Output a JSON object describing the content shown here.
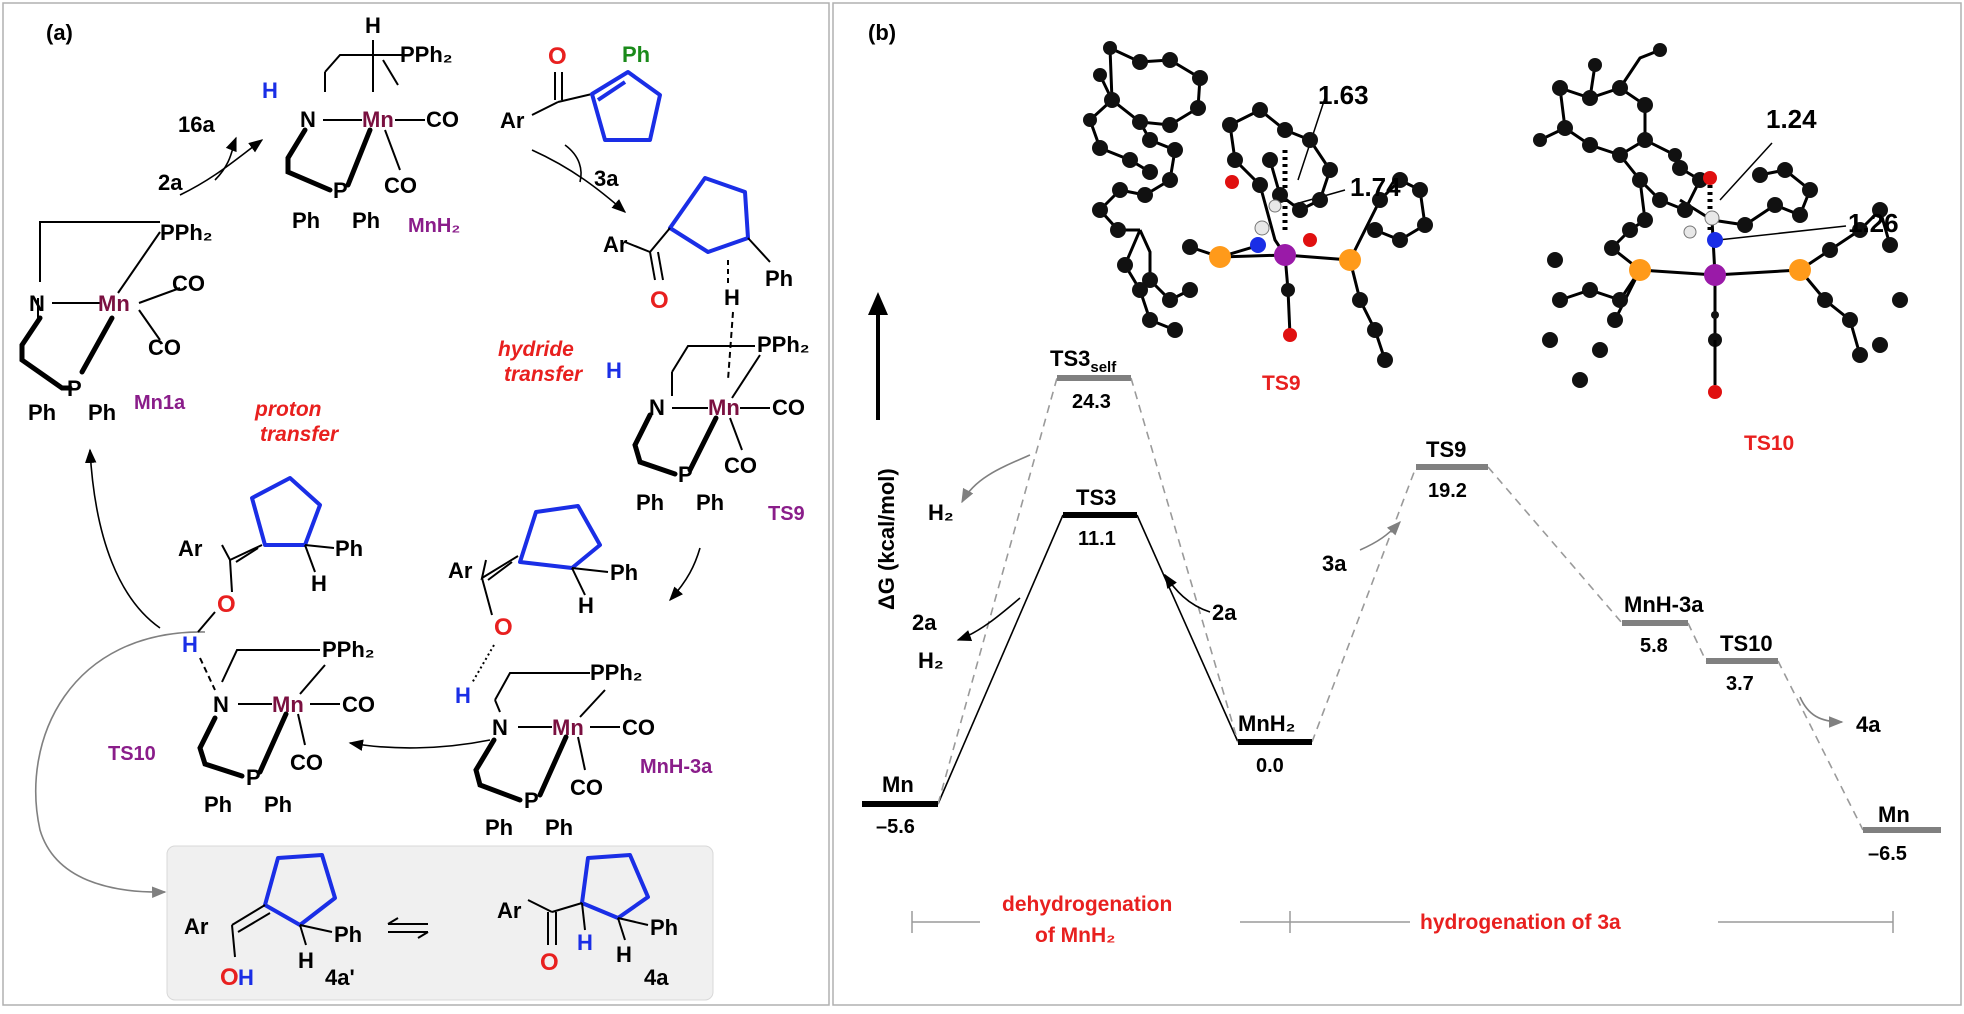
{
  "panel_a": {
    "label": "(a)",
    "mn1a": {
      "pph2": "PPh₂",
      "n": "N",
      "mn": "Mn",
      "co1": "CO",
      "co2": "CO",
      "p": "P",
      "ph1": "Ph",
      "ph2": "Ph",
      "name": "Mn1a"
    },
    "mnh2": {
      "h_top": "H",
      "pph2": "PPh₂",
      "h_n": "H",
      "n": "N",
      "mn": "Mn",
      "co1": "CO",
      "co2": "CO",
      "p": "P",
      "ph1": "Ph",
      "ph2": "Ph",
      "name": "MnH₂"
    },
    "arrow_16a": {
      "out": "16a",
      "in": "2a"
    },
    "substrate_3a": {
      "o": "O",
      "ph": "Ph",
      "ar": "Ar",
      "name": "3a"
    },
    "ts9": {
      "ar": "Ar",
      "o": "O",
      "ph": "Ph",
      "h": "H",
      "pph2": "PPh₂",
      "h_n": "H",
      "n": "N",
      "mn": "Mn",
      "co1": "CO",
      "co2": "CO",
      "p": "P",
      "ph1": "Ph",
      "ph2": "Ph",
      "name": "TS9"
    },
    "hydride_transfer": [
      "hydride",
      "transfer"
    ],
    "proton_transfer": [
      "proton",
      "transfer"
    ],
    "mnh3a": {
      "ar": "Ar",
      "ph": "Ph",
      "h": "H",
      "o": "O",
      "h_n": "H",
      "pph2": "PPh₂",
      "n": "N",
      "mn": "Mn",
      "co1": "CO",
      "co2": "CO",
      "p": "P",
      "ph1": "Ph",
      "ph2": "Ph",
      "name": "MnH-3a"
    },
    "ts10": {
      "ar": "Ar",
      "ph": "Ph",
      "h": "H",
      "o": "O",
      "h_n": "H",
      "pph2": "PPh₂",
      "n": "N",
      "mn": "Mn",
      "co1": "CO",
      "co2": "CO",
      "p": "P",
      "ph1": "Ph",
      "ph2": "Ph",
      "name": "TS10"
    },
    "product_4a_prime": {
      "ar": "Ar",
      "ph": "Ph",
      "h": "H",
      "o": "O",
      "oh_h": "H",
      "name": "4a'"
    },
    "product_4a": {
      "ar": "Ar",
      "ph": "Ph",
      "h": "H",
      "o": "O",
      "h_blue": "H",
      "name": "4a"
    }
  },
  "panel_b": {
    "label": "(b)",
    "y_axis_label": "ΔG (kcal/mol)",
    "levels": [
      {
        "name": "Mn",
        "value": "–5.6"
      },
      {
        "name": "TS3",
        "value": "11.1"
      },
      {
        "name": "TS3self",
        "value": "24.3"
      },
      {
        "name": "MnH₂",
        "value": "0.0"
      },
      {
        "name": "TS9",
        "value": "19.2"
      },
      {
        "name": "MnH-3a",
        "value": "5.8"
      },
      {
        "name": "TS10",
        "value": "3.7"
      },
      {
        "name": "Mn",
        "value": "–6.5"
      }
    ],
    "ts3self_main": "TS3",
    "ts3self_sub": "self",
    "arrows": {
      "h2_top": "H₂",
      "two_a_left": "2a",
      "h2_left": "H₂",
      "two_a_right": "2a",
      "three_a": "3a",
      "four_a": "4a"
    },
    "ts9_struct": {
      "name": "TS9",
      "d1": "1.63",
      "d2": "1.74"
    },
    "ts10_struct": {
      "name": "TS10",
      "d1": "1.24",
      "d2": "1.26"
    },
    "sections": {
      "dehydro_1": "dehydrogenation",
      "dehydro_2": "of MnH₂",
      "hydro": "hydrogenation of 3a"
    }
  },
  "colors": {
    "red": "#e8201f",
    "blue": "#1a2ee6",
    "purple": "#8a1d8a",
    "mn": "#7a1040",
    "green": "#1a8a1a",
    "gray": "#808080"
  }
}
